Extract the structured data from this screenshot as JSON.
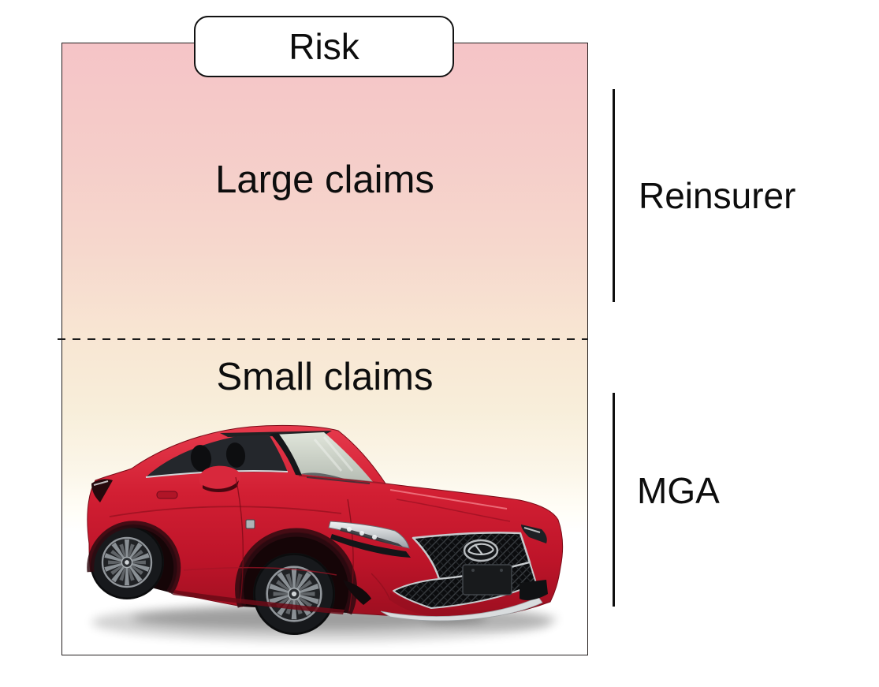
{
  "diagram": {
    "title": "Risk",
    "upper_zone": {
      "label": "Large claims",
      "bracket_label": "Reinsurer"
    },
    "lower_zone": {
      "label": "Small claims",
      "bracket_label": "MGA"
    },
    "divider_style": "dashed",
    "icons": {
      "car": "red-sports-car"
    },
    "colors": {
      "upper_zone_top": "#f5c4c7",
      "divider_band": "#f8e6d3",
      "lower_zone": "#ffffff",
      "outline": "#1f1f1f",
      "car_red": "#cf1a2e"
    }
  }
}
